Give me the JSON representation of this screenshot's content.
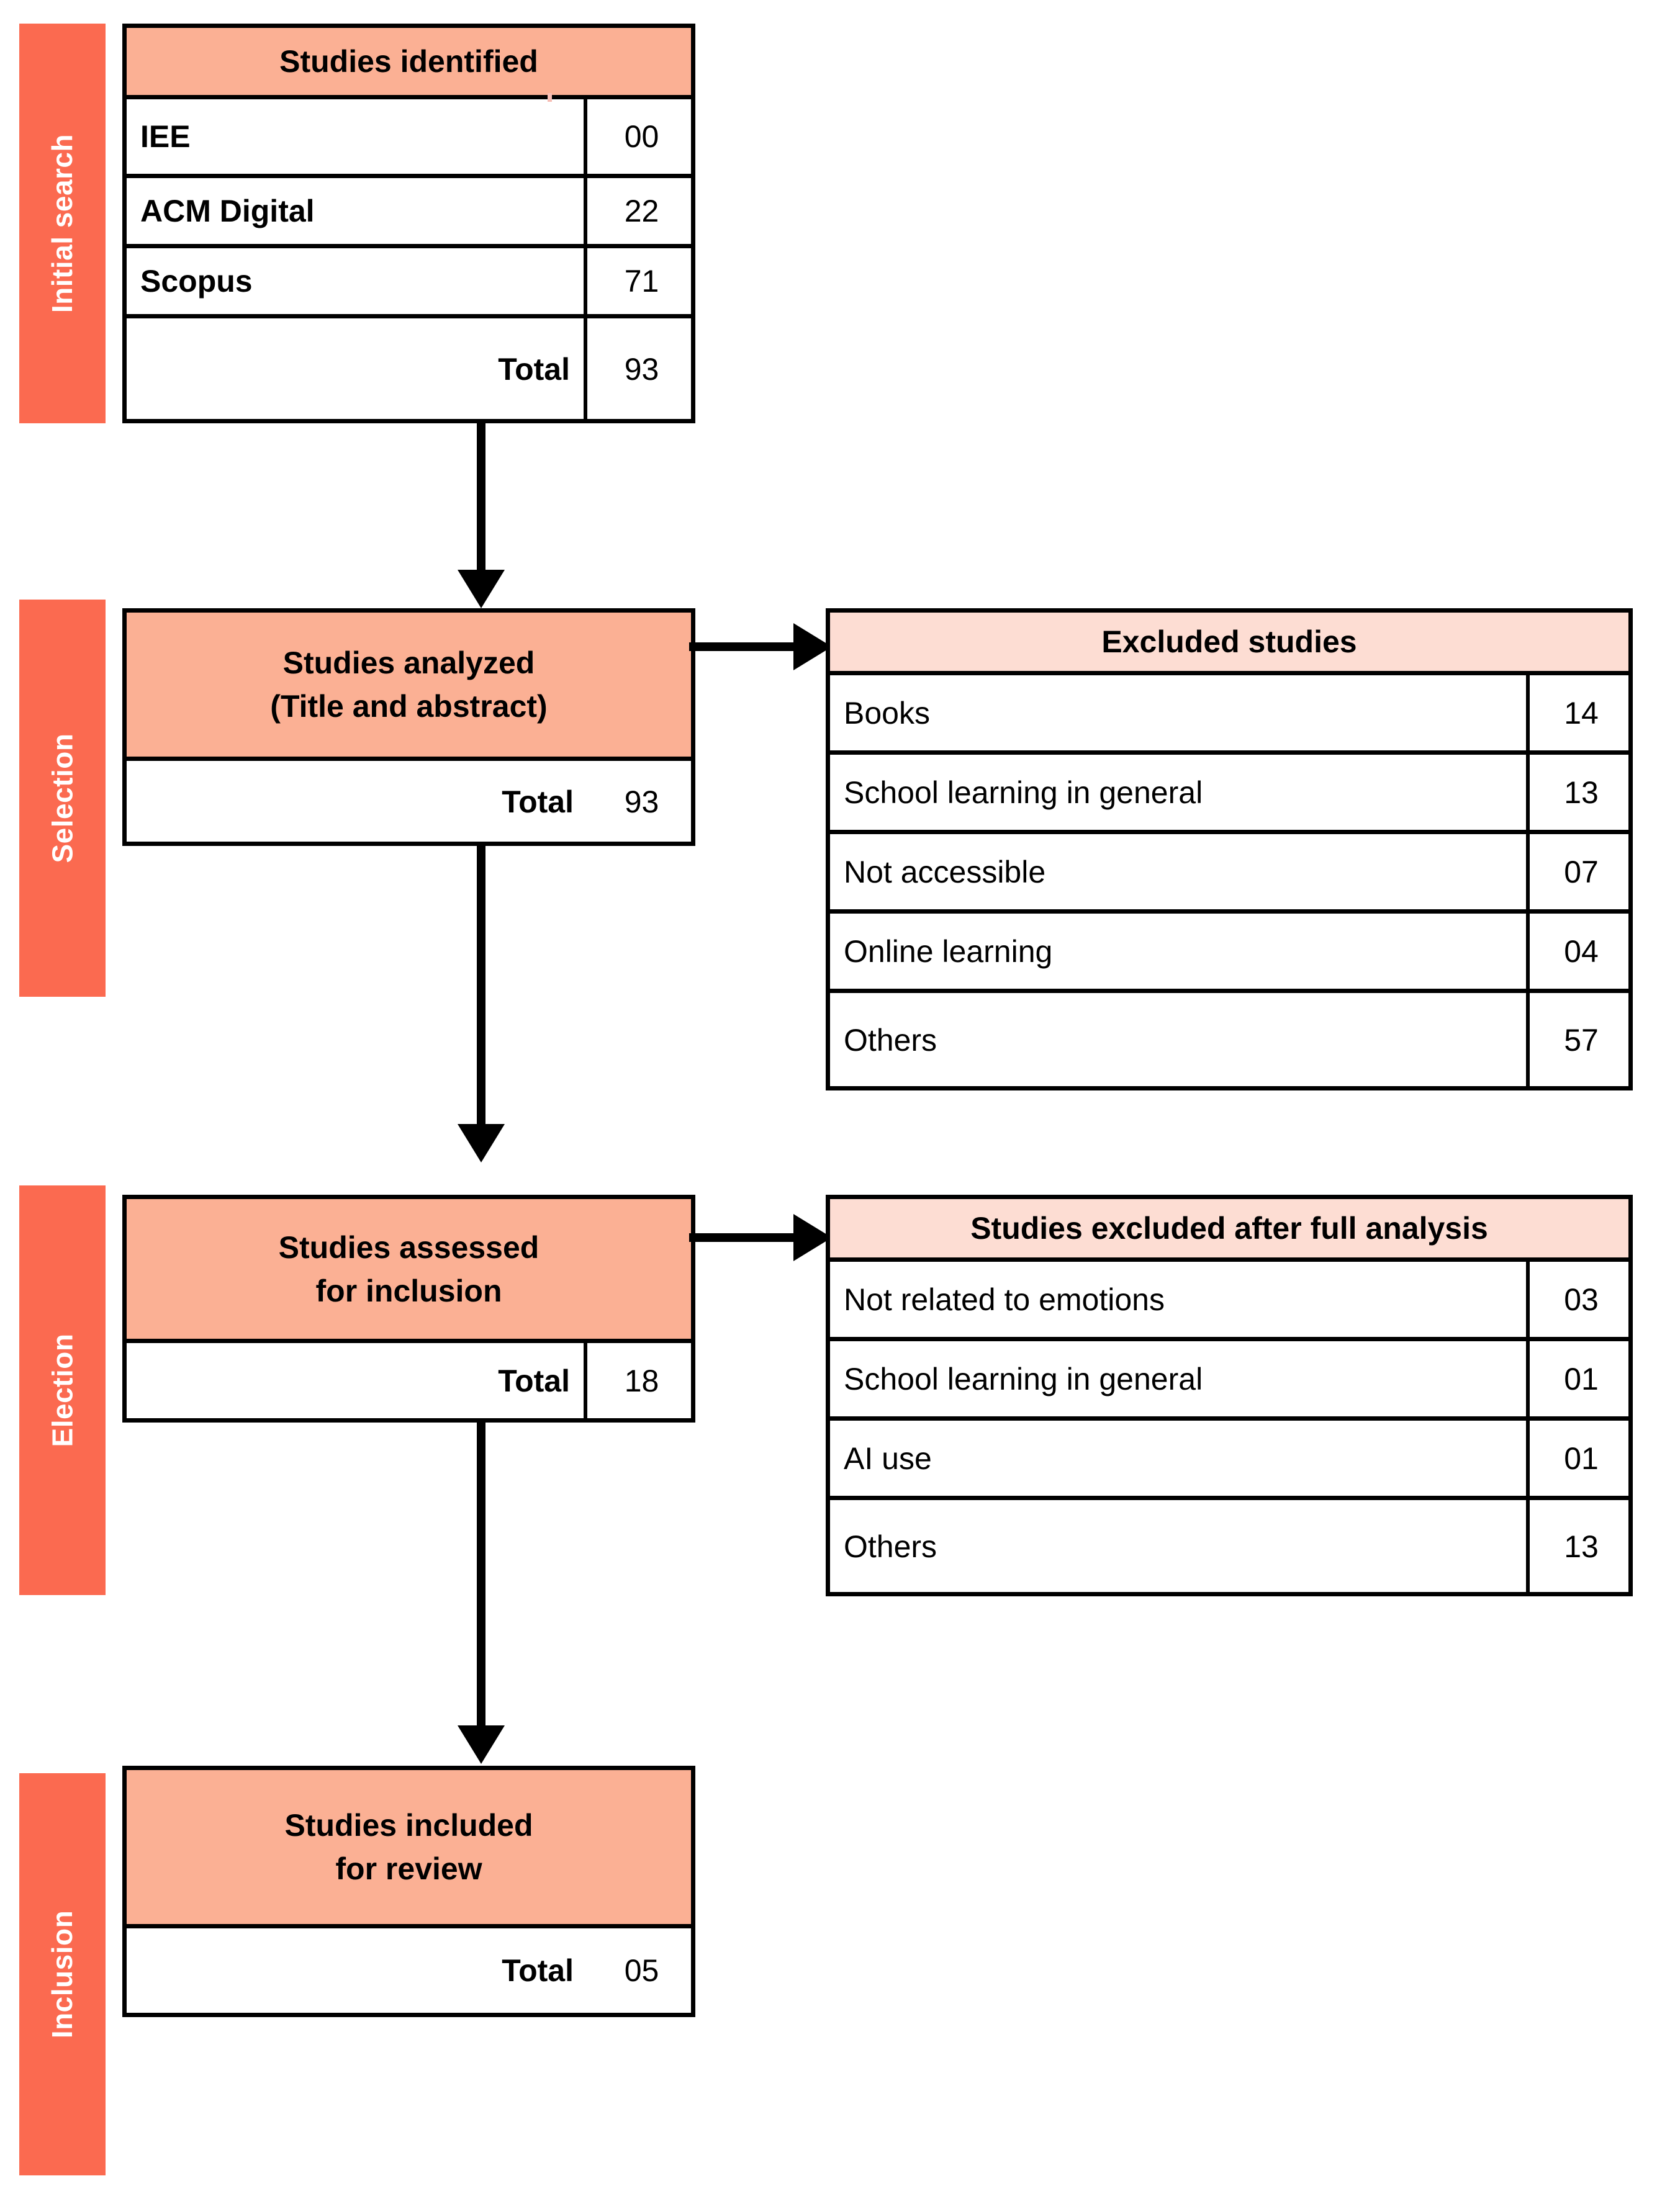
{
  "stages": [
    {
      "label": "Initial search"
    },
    {
      "label": "Selection"
    },
    {
      "label": "Election"
    },
    {
      "label": "Inclusion"
    }
  ],
  "flow": {
    "identified": {
      "title": "Studies identified",
      "rows": [
        {
          "label": "IEE",
          "value": "00"
        },
        {
          "label": "ACM Digital",
          "value": "22"
        },
        {
          "label": "Scopus",
          "value": "71"
        }
      ],
      "total_label": "Total",
      "total_value": "93"
    },
    "analyzed": {
      "title_line1": "Studies analyzed",
      "title_line2": "(Title and abstract)",
      "total_label": "Total",
      "total_value": "93"
    },
    "assessed": {
      "title_line1": "Studies assessed",
      "title_line2": "for inclusion",
      "total_label": "Total",
      "total_value": "18"
    },
    "included": {
      "title_line1": "Studies included",
      "title_line2": "for review",
      "total_label": "Total",
      "total_value": "05"
    }
  },
  "excluded_screening": {
    "title": "Excluded studies",
    "rows": [
      {
        "label": "Books",
        "value": "14"
      },
      {
        "label": "School learning in general",
        "value": "13"
      },
      {
        "label": "Not accessible",
        "value": "07"
      },
      {
        "label": "Online learning",
        "value": "04"
      },
      {
        "label": "Others",
        "value": "57"
      }
    ]
  },
  "excluded_full": {
    "title": "Studies excluded after full analysis",
    "rows": [
      {
        "label": "Not related to emotions",
        "value": "03"
      },
      {
        "label": "School learning in general",
        "value": "01"
      },
      {
        "label": "AI use",
        "value": "01"
      },
      {
        "label": "Others",
        "value": "13"
      }
    ]
  },
  "colors": {
    "stage_bar": "#FB6A50",
    "header_primary": "#FBB094",
    "header_secondary": "#FDDDD3",
    "border": "#000000",
    "page_background": "#FFFFFF"
  }
}
